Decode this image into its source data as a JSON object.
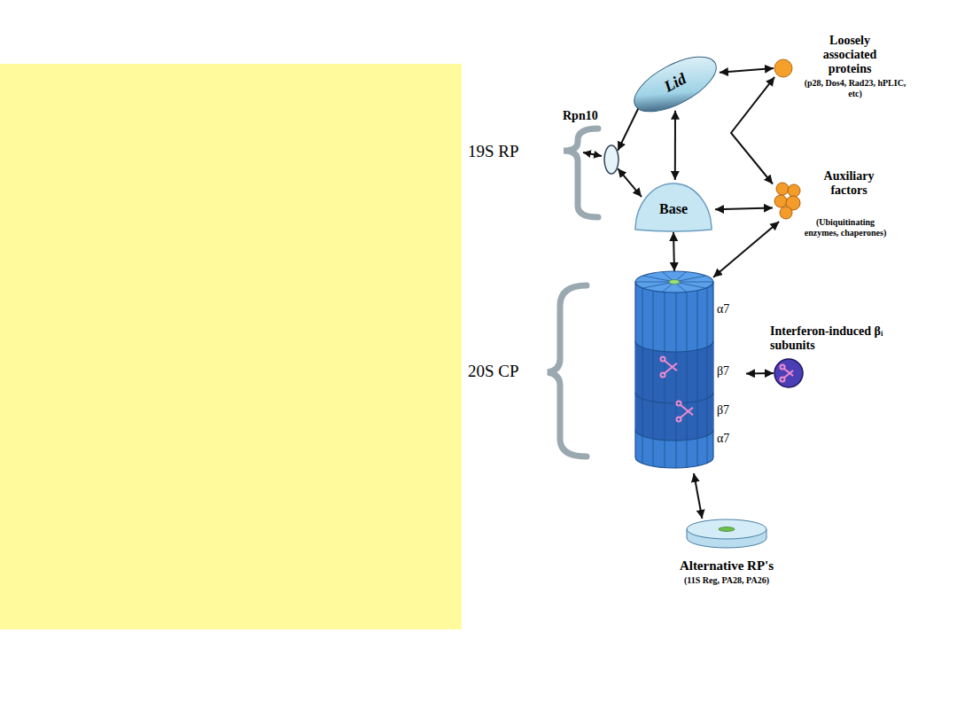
{
  "diagram": {
    "nodes": [
      {
        "text": [
          "Lid"
        ]
      },
      {
        "text": [
          "Rpn10"
        ]
      },
      {
        "text": [
          "Base"
        ]
      },
      {
        "text": [
          "Loosely associated proteins",
          "(p28, Dos4, Rad23, hPLIC, etc)"
        ]
      },
      {
        "text": [
          "Auxiliary factors",
          "(Ubiquitinating enzymes, chaperones)"
        ]
      },
      {
        "text": [
          "α7",
          "β7",
          "β7",
          "α7"
        ]
      },
      {
        "text": [
          "Interferon-induced βᵢ subunits"
        ]
      },
      {
        "text": [
          "Alternative RP's",
          "(11S Reg, PA28, PA26)"
        ]
      }
    ],
    "edges": [
      {
        "from": 0,
        "to": 3,
        "arrow": "both"
      },
      {
        "from": 1,
        "to": 0,
        "arrow": "both"
      },
      {
        "from": 1,
        "to": 2,
        "arrow": "both"
      },
      {
        "from": 0,
        "to": 2,
        "arrow": "both"
      },
      {
        "from": 3,
        "to": 4,
        "arrow": "both"
      },
      {
        "from": 2,
        "to": 4,
        "arrow": "both"
      },
      {
        "from": 2,
        "to": 5,
        "arrow": "both"
      },
      {
        "from": 4,
        "to": 5,
        "arrow": "both"
      },
      {
        "from": 5,
        "to": 6,
        "arrow": "both"
      },
      {
        "from": 5,
        "to": 7,
        "arrow": "both"
      }
    ],
    "labels": [
      "19S RP",
      "20S CP"
    ]
  }
}
